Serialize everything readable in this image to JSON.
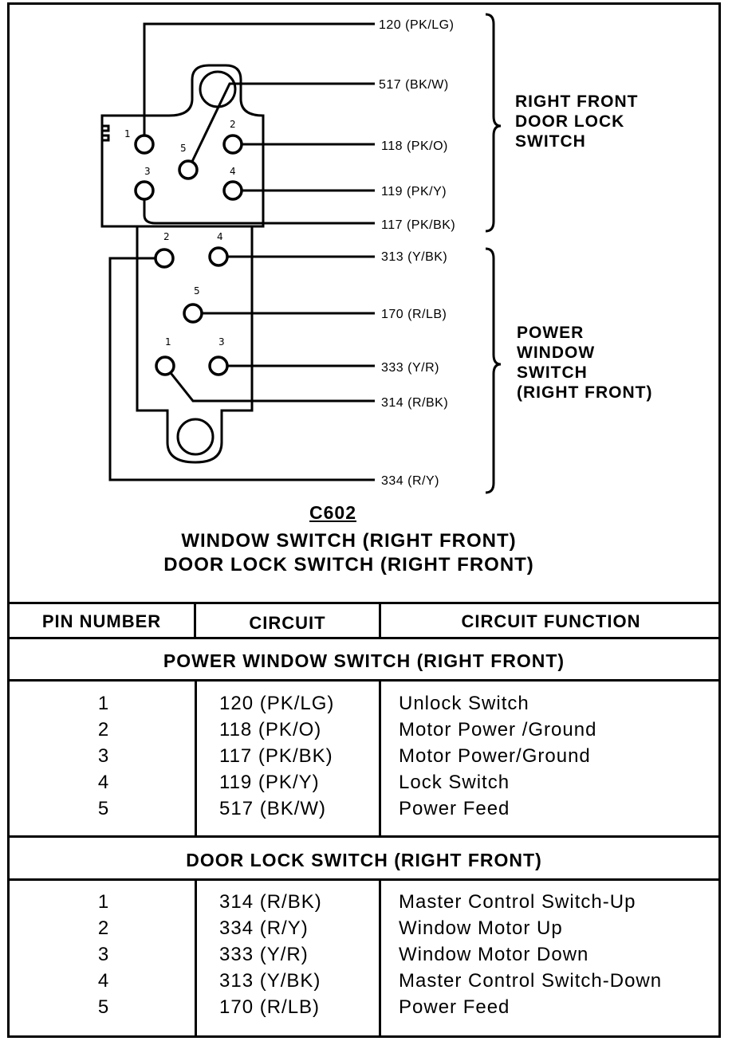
{
  "connector": {
    "id": "C602",
    "title_line1": "WINDOW SWITCH (RIGHT FRONT)",
    "title_line2": "DOOR LOCK SWITCH (RIGHT FRONT)"
  },
  "wire_labels": [
    "120 (PK/LG)",
    "517 (BK/W)",
    "118 (PK/O)",
    "119 (PK/Y)",
    "117 (PK/BK)",
    "313 (Y/BK)",
    "170 (R/LB)",
    "333 (Y/R)",
    "314 (R/BK)",
    "334 (R/Y)"
  ],
  "group_labels": {
    "door_lock": [
      "RIGHT FRONT",
      "DOOR LOCK",
      "SWITCH"
    ],
    "window": [
      "POWER",
      "WINDOW",
      "SWITCH",
      "(RIGHT FRONT)"
    ]
  },
  "pin_labels": {
    "upper": [
      "1",
      "2",
      "3",
      "4",
      "5"
    ],
    "lower": [
      "1",
      "2",
      "3",
      "4",
      "5"
    ]
  },
  "table": {
    "headers": [
      "PIN NUMBER",
      "CIRCUIT",
      "CIRCUIT FUNCTION"
    ],
    "sections": [
      {
        "title": "POWER WINDOW SWITCH (RIGHT FRONT)",
        "rows": [
          {
            "pin": "1",
            "circuit": "120 (PK/LG)",
            "function": "Unlock Switch"
          },
          {
            "pin": "2",
            "circuit": "118 (PK/O)",
            "function": "Motor Power /Ground"
          },
          {
            "pin": "3",
            "circuit": "117 (PK/BK)",
            "function": "Motor Power/Ground"
          },
          {
            "pin": "4",
            "circuit": "119 (PK/Y)",
            "function": "Lock Switch"
          },
          {
            "pin": "5",
            "circuit": "517 (BK/W)",
            "function": "Power Feed"
          }
        ]
      },
      {
        "title": "DOOR LOCK SWITCH (RIGHT FRONT)",
        "rows": [
          {
            "pin": "1",
            "circuit": "314 (R/BK)",
            "function": "Master Control Switch-Up"
          },
          {
            "pin": "2",
            "circuit": "334 (R/Y)",
            "function": "Window Motor Up"
          },
          {
            "pin": "3",
            "circuit": "333 (Y/R)",
            "function": "Window Motor Down"
          },
          {
            "pin": "4",
            "circuit": "313 (Y/BK)",
            "function": "Master Control Switch-Down"
          },
          {
            "pin": "5",
            "circuit": "170 (R/LB)",
            "function": "Power Feed"
          }
        ]
      }
    ]
  }
}
